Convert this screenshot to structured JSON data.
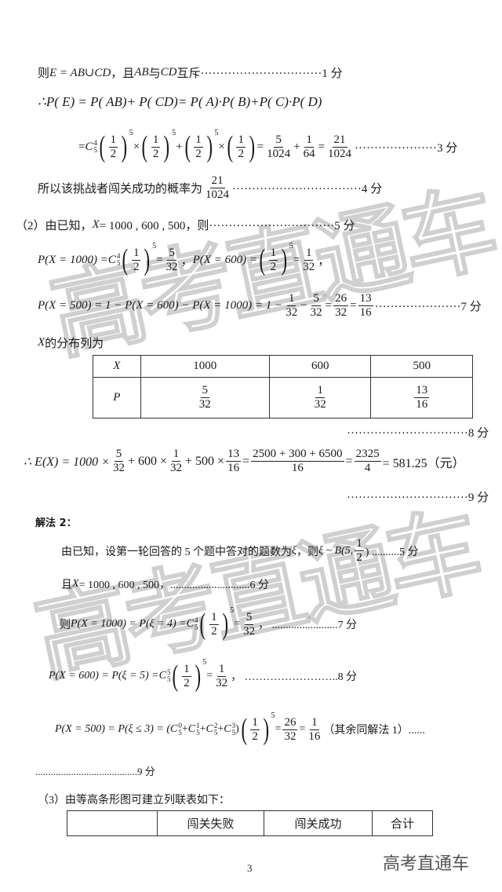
{
  "lines": [
    [
      {
        "s": "则 "
      },
      {
        "m": "E = AB∪CD"
      },
      {
        "s": "，且 "
      },
      {
        "m": "AB"
      },
      {
        "s": " 与 "
      },
      {
        "m": "CD"
      },
      {
        "s": " 互斥·······························1 分"
      }
    ],
    [
      {
        "m": "∴P( E) = P( AB)+ P( CD)= P( A)·P( B)+P( C)·P( D)"
      }
    ],
    [
      {
        "s": "= "
      },
      {
        "C": [
          "4",
          "5"
        ]
      },
      {
        "p": [
          "1",
          "2"
        ],
        "sup": "5"
      },
      {
        "s": " × "
      },
      {
        "p": [
          "1",
          "2"
        ],
        "sup": "5"
      },
      {
        "s": " + "
      },
      {
        "p": [
          "1",
          "2"
        ],
        "sup": "5"
      },
      {
        "s": " × "
      },
      {
        "p": [
          "1",
          "2"
        ]
      },
      {
        "s": " = "
      },
      {
        "f": [
          "5",
          "1024"
        ]
      },
      {
        "s": " + "
      },
      {
        "f": [
          "1",
          "64"
        ]
      },
      {
        "s": " = "
      },
      {
        "f": [
          "21",
          "1024"
        ]
      },
      {
        "s": " ·····················3 分"
      }
    ],
    [
      {
        "s": "所以该挑战者闯关成功的概率为 "
      },
      {
        "f": [
          "21",
          "1024"
        ]
      },
      {
        "s": " ·································4 分"
      }
    ],
    [
      {
        "s": "（2）由已知，"
      },
      {
        "m": "X"
      },
      {
        "s": " = 1000 , 600 , 500，则································5 分"
      }
    ],
    [
      {
        "m": "P(X = 1000) = "
      },
      {
        "C": [
          "4",
          "5"
        ]
      },
      {
        "p": [
          "1",
          "2"
        ],
        "sup": "5"
      },
      {
        "s": " = "
      },
      {
        "f": [
          "5",
          "32"
        ]
      },
      {
        "s": "，"
      },
      {
        "m": "P(X = 600) = "
      },
      {
        "p": [
          "1",
          "2"
        ],
        "sup": "5"
      },
      {
        "s": " = "
      },
      {
        "f": [
          "1",
          "32"
        ]
      },
      {
        "s": "，"
      }
    ],
    [
      {
        "m": "P(X = 500) = 1 − P(X = 600) − P(X = 1000) = 1 − "
      },
      {
        "f": [
          "1",
          "32"
        ]
      },
      {
        "s": " − "
      },
      {
        "f": [
          "5",
          "32"
        ]
      },
      {
        "s": " = "
      },
      {
        "f": [
          "26",
          "32"
        ]
      },
      {
        "s": " = "
      },
      {
        "f": [
          "13",
          "16"
        ]
      },
      {
        "s": " ······················7 分"
      }
    ],
    [
      {
        "m": "X"
      },
      {
        "s": " 的分布列为"
      }
    ],
    [
      {
        "s": "·······························8 分"
      }
    ],
    [
      {
        "m": "∴ E(X) = 1000 × "
      },
      {
        "f": [
          "5",
          "32"
        ]
      },
      {
        "s": " + 600 × "
      },
      {
        "f": [
          "1",
          "32"
        ]
      },
      {
        "s": " + 500 × "
      },
      {
        "f": [
          "13",
          "16"
        ]
      },
      {
        "s": " = "
      },
      {
        "f": [
          "2500 + 300 + 6500",
          "16"
        ]
      },
      {
        "s": " = "
      },
      {
        "f": [
          "2325",
          "4"
        ]
      },
      {
        "s": " = 581.25（元）"
      }
    ],
    [
      {
        "s": "·······························9 分"
      }
    ],
    [
      {
        "b": "解法 2："
      }
    ],
    [
      {
        "s": "由已知，设第一轮回答的 5 个题中答对的题数为 "
      },
      {
        "m": "ξ"
      },
      {
        "s": "，则 "
      },
      {
        "m": "ξ ~ B(5, "
      },
      {
        "f": [
          "1",
          "2"
        ]
      },
      {
        "s": ") ..........5 分"
      }
    ],
    [
      {
        "s": "且 "
      },
      {
        "m": "X"
      },
      {
        "s": " = 1000 , 600 , 500，.............................6 分"
      }
    ],
    [
      {
        "s": "则 "
      },
      {
        "m": "P(X = 1000) = P(ξ = 4) = "
      },
      {
        "C": [
          "4",
          "5"
        ]
      },
      {
        "p": [
          "1",
          "2"
        ],
        "sup": "5"
      },
      {
        "s": " = "
      },
      {
        "f": [
          "5",
          "32"
        ]
      },
      {
        "s": "， ........................7 分"
      }
    ],
    [
      {
        "m": "P(X = 600) = P(ξ = 5) = "
      },
      {
        "C": [
          "5",
          "5"
        ]
      },
      {
        "p": [
          "1",
          "2"
        ],
        "sup": "5"
      },
      {
        "s": " = "
      },
      {
        "f": [
          "1",
          "32"
        ]
      },
      {
        "s": "， ……………………..8 分"
      }
    ],
    [
      {
        "m": "P(X = 500) = P(ξ ≤ 3) = ("
      },
      {
        "C": [
          "0",
          "5"
        ]
      },
      {
        "s": " + "
      },
      {
        "C": [
          "1",
          "5"
        ]
      },
      {
        "s": " + "
      },
      {
        "C": [
          "2",
          "5"
        ]
      },
      {
        "s": " + "
      },
      {
        "C": [
          "3",
          "5"
        ]
      },
      {
        "s": ")"
      },
      {
        "p": [
          "1",
          "2"
        ],
        "sup": "5"
      },
      {
        "s": " = "
      },
      {
        "f": [
          "26",
          "32"
        ]
      },
      {
        "s": " = "
      },
      {
        "f": [
          "1",
          "16"
        ]
      },
      {
        "s": "（其余同解法 1）......"
      }
    ],
    [
      {
        "s": "........................................9 分"
      }
    ],
    [
      {
        "s": "（3）由等高条形图可建立列联表如下："
      }
    ]
  ],
  "dist_table": {
    "header": [
      "X",
      "1000",
      "600",
      "500"
    ],
    "row_label": "P",
    "row": [
      [
        "5",
        "32"
      ],
      [
        "1",
        "32"
      ],
      [
        "13",
        "16"
      ]
    ]
  },
  "contingency_table": {
    "header": [
      "",
      "闯关失败",
      "闯关成功",
      "合计"
    ]
  },
  "page_number": "3",
  "watermark": "高考直通车"
}
